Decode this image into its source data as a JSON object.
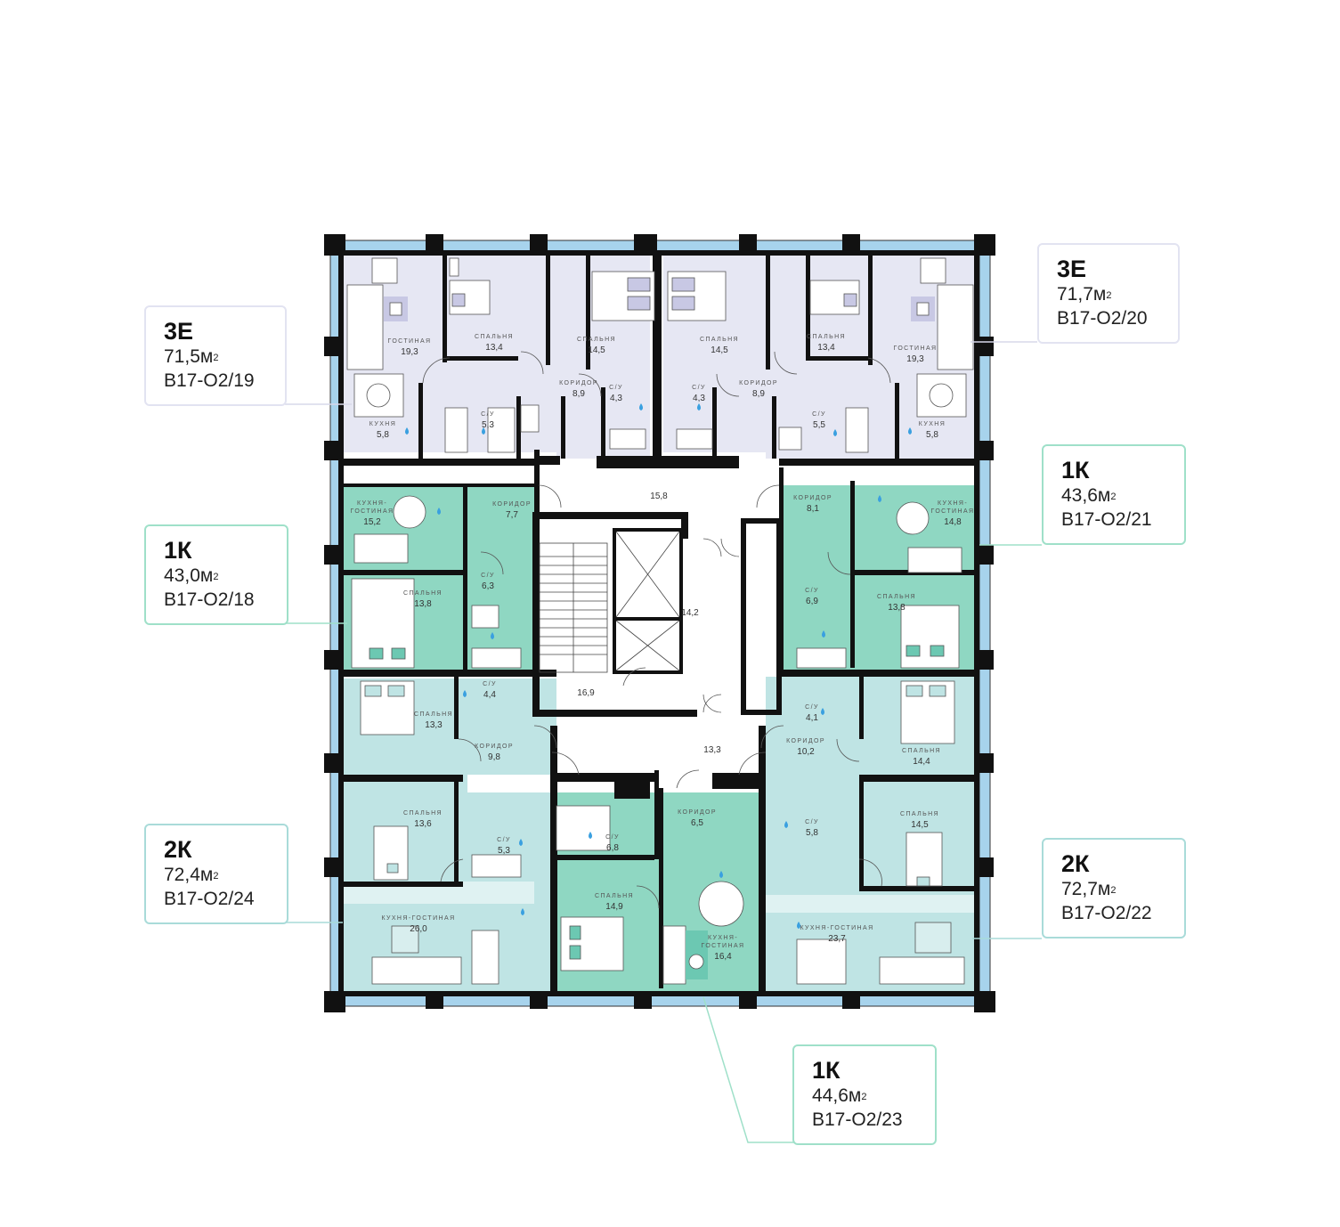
{
  "colors": {
    "unit_3e": "#e6e7f3",
    "unit_1k": "#8fd7c2",
    "unit_2k": "#bfe4e4",
    "card_3e": "#e2e3f1",
    "card_1k": "#9fe0c9",
    "card_2k": "#a9dbd9",
    "wall": "#111111",
    "window": "#a7d3ec"
  },
  "cards": [
    {
      "id": "19",
      "type": "3Е",
      "area": "71,5м",
      "sup": "2",
      "code": "В17-О2/19",
      "color": "card_3e"
    },
    {
      "id": "20",
      "type": "3Е",
      "area": "71,7м",
      "sup": "2",
      "code": "В17-О2/20",
      "color": "card_3e"
    },
    {
      "id": "18",
      "type": "1К",
      "area": "43,0м",
      "sup": "2",
      "code": "В17-О2/18",
      "color": "card_1k"
    },
    {
      "id": "21",
      "type": "1К",
      "area": "43,6м",
      "sup": "2",
      "code": "В17-О2/21",
      "color": "card_1k"
    },
    {
      "id": "24",
      "type": "2К",
      "area": "72,4м",
      "sup": "2",
      "code": "В17-О2/24",
      "color": "card_2k"
    },
    {
      "id": "22",
      "type": "2К",
      "area": "72,7м",
      "sup": "2",
      "code": "В17-О2/22",
      "color": "card_2k"
    },
    {
      "id": "23",
      "type": "1К",
      "area": "44,6м",
      "sup": "2",
      "code": "В17-О2/23",
      "color": "card_1k"
    }
  ],
  "rooms": [
    {
      "label": "ГОСТИНАЯ",
      "area": "19,3"
    },
    {
      "label": "СПАЛЬНЯ",
      "area": "13,4"
    },
    {
      "label": "СПАЛЬНЯ",
      "area": "14,5"
    },
    {
      "label": "КОРИДОР",
      "area": "8,9"
    },
    {
      "label": "С/У",
      "area": "4,3"
    },
    {
      "label": "С/У",
      "area": "5,3"
    },
    {
      "label": "КУХНЯ",
      "area": "5,8"
    },
    {
      "label": "СПАЛЬНЯ",
      "area": "14,5"
    },
    {
      "label": "СПАЛЬНЯ",
      "area": "13,4"
    },
    {
      "label": "ГОСТИНАЯ",
      "area": "19,3"
    },
    {
      "label": "КОРИДОР",
      "area": "8,9"
    },
    {
      "label": "С/У",
      "area": "4,3"
    },
    {
      "label": "С/У",
      "area": "5,5"
    },
    {
      "label": "КУХНЯ",
      "area": "5,8"
    },
    {
      "label": "КУХНЯ-\nГОСТИНАЯ",
      "area": "15,2"
    },
    {
      "label": "КОРИДОР",
      "area": "7,7"
    },
    {
      "label": "СПАЛЬНЯ",
      "area": "13,8"
    },
    {
      "label": "С/У",
      "area": "6,3"
    },
    {
      "label": "КОРИДОР",
      "area": "8,1"
    },
    {
      "label": "КУХНЯ-\nГОСТИНАЯ",
      "area": "14,8"
    },
    {
      "label": "СПАЛЬНЯ",
      "area": "13,8"
    },
    {
      "label": "С/У",
      "area": "6,9"
    },
    {
      "label": "С/У",
      "area": "4,4"
    },
    {
      "label": "СПАЛЬНЯ",
      "area": "13,3"
    },
    {
      "label": "КОРИДОР",
      "area": "9,8"
    },
    {
      "label": "СПАЛЬНЯ",
      "area": "13,6"
    },
    {
      "label": "С/У",
      "area": "5,3"
    },
    {
      "label": "КУХНЯ-ГОСТИНАЯ",
      "area": "26,0"
    },
    {
      "label": "С/У",
      "area": "4,1"
    },
    {
      "label": "КОРИДОР",
      "area": "10,2"
    },
    {
      "label": "СПАЛЬНЯ",
      "area": "14,4"
    },
    {
      "label": "СПАЛЬНЯ",
      "area": "14,5"
    },
    {
      "label": "С/У",
      "area": "5,8"
    },
    {
      "label": "КУХНЯ-ГОСТИНАЯ",
      "area": "23,7"
    },
    {
      "label": "С/У",
      "area": "6,8"
    },
    {
      "label": "КОРИДОР",
      "area": "6,5"
    },
    {
      "label": "СПАЛЬНЯ",
      "area": "14,9"
    },
    {
      "label": "КУХНЯ-\nГОСТИНАЯ",
      "area": "16,4"
    }
  ],
  "halls": [
    "15,8",
    "14,2",
    "16,9",
    "13,3"
  ]
}
